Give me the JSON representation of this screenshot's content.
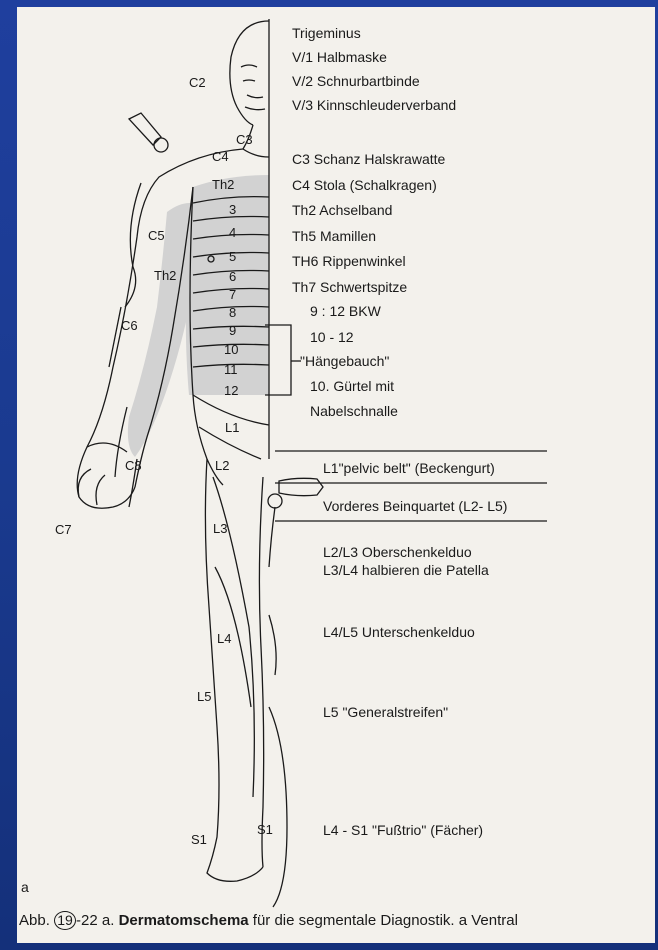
{
  "figure_panel_letter": "a",
  "right_labels": {
    "trigeminus": "Trigeminus",
    "v1": "V/1 Halbmaske",
    "v2": "V/2 Schnurbartbinde",
    "v3": "V/3 Kinnschleuderverband",
    "c3": "C3 Schanz Halskrawatte",
    "c4": "C4 Stola (Schalkragen)",
    "th2": "Th2 Achselband",
    "th5": "Th5 Mamillen",
    "th6": "TH6 Rippenwinkel",
    "th7": "Th7 Schwertspitze",
    "bkw": "9 : 12 BKW",
    "r10_12": "10 - 12",
    "haengebauch": "\"Hängebauch\"",
    "guertel": "10. Gürtel mit",
    "nabelschnalle": "Nabelschnalle",
    "l1": "L1\"pelvic belt\" (Beckengurt)",
    "beinquartet": "Vorderes Beinquartet (L2- L5)",
    "l2l3": "L2/L3 Oberschenkelduo",
    "l3l4": "L3/L4 halbieren die Patella",
    "l4l5": "L4/L5 Unterschenkelduo",
    "l5": "L5 \"Generalstreifen\"",
    "l4s1": "L4 - S1 \"Fußtrio\" (Fächer)"
  },
  "body_labels": {
    "c2": "C2",
    "c3": "C3",
    "c4": "C4",
    "c5": "C5",
    "c6": "C6",
    "c7": "C7",
    "c8": "C8",
    "th2_chest": "Th2",
    "th2_arm": "Th2",
    "n3": "3",
    "n4": "4",
    "n5": "5",
    "n6": "6",
    "n7": "7",
    "n8": "8",
    "n9": "9",
    "n10": "10",
    "n11": "11",
    "n12": "12",
    "l1": "L1",
    "l2": "L2",
    "l3": "L3",
    "l4": "L4",
    "l5": "L5",
    "s1_left": "S1",
    "s1_right": "S1"
  },
  "caption": {
    "prefix": "Abb.",
    "chapter": "19",
    "number": "-22 a.",
    "bold_title": "Dermatomschema",
    "rest": "für die segmentale Diagnostik. a Ventral"
  },
  "colors": {
    "background": "#1a3a8f",
    "paper": "#f3f1ec",
    "shading": "#d2d2d2",
    "ink": "#1a1a1a"
  }
}
